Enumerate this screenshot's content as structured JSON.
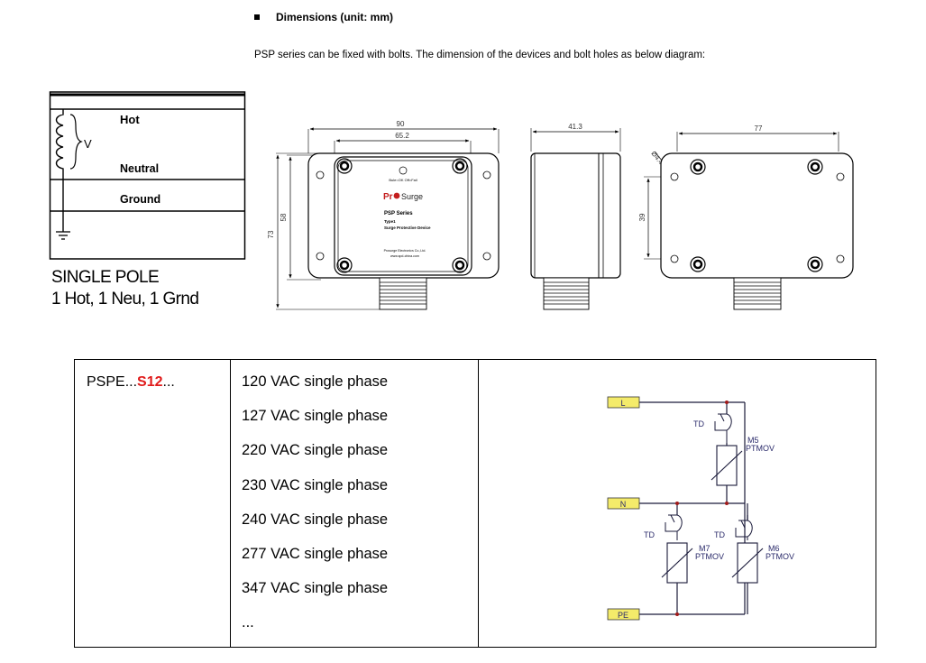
{
  "heading": "Dimensions (unit: mm)",
  "intro": "PSP series can be fixed with bolts. The dimension of the devices and bolt holes as below diagram:",
  "wiring": {
    "labels": {
      "hot": "Hot",
      "v": "V",
      "neutral": "Neutral",
      "ground": "Ground"
    },
    "caption_line1": "SINGLE POLE",
    "caption_line2": "1 Hot, 1 Neu, 1 Grnd"
  },
  "device": {
    "front": {
      "dims": {
        "width_outer": "90",
        "width_inner": "65.2",
        "height_outer": "73",
        "height_inner": "58"
      },
      "led_text": "Bule=OK  Off=Fail",
      "brand_pre": "Pr",
      "brand_post": "Surge",
      "series": "PSP Series",
      "type": "Type1",
      "product": "Surge Protective Device",
      "company": "Prosurge Electronics Co.,Ltd.",
      "website": "www.spd-china.com"
    },
    "side": {
      "depth": "41.3"
    },
    "back": {
      "hole_spacing_x": "77",
      "hole_spacing_y": "39",
      "hole_dia": "Ø4.4"
    }
  },
  "table": {
    "model_prefix": "PSPE...",
    "model_code": "S12",
    "model_suffix": "...",
    "voltages": [
      "120 VAC single phase",
      "127 VAC single phase",
      "220 VAC single phase",
      "230 VAC single phase",
      "240 VAC single phase",
      "277 VAC single phase",
      "347 VAC single phase",
      "..."
    ],
    "circuit": {
      "terminal_l": "L",
      "terminal_n": "N",
      "terminal_pe": "PE",
      "td": "TD",
      "m5": "M5",
      "m6": "M6",
      "m7": "M7",
      "ptmov": "PTMOV",
      "terminal_fill": "#f4eb6a",
      "node_color": "#a01a1a"
    }
  }
}
